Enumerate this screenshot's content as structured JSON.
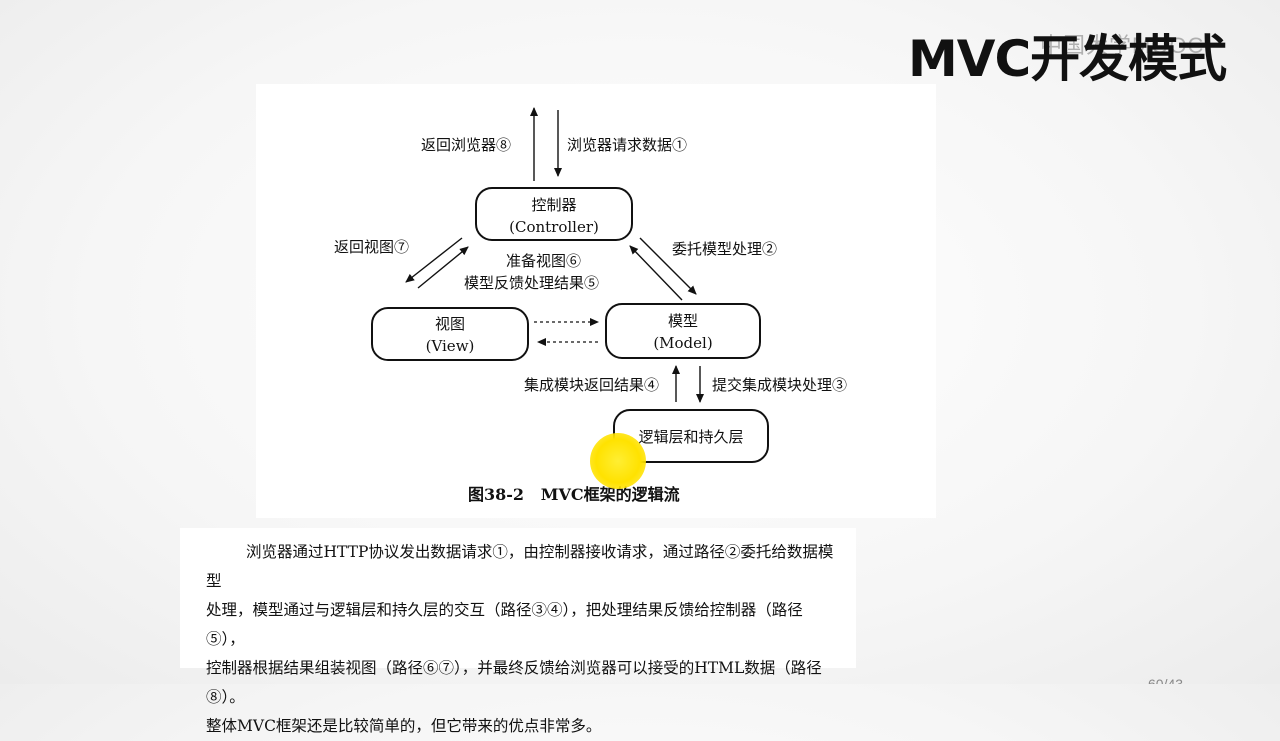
{
  "slide": {
    "title": "MVC开发模式",
    "watermark": "中国大学MOOC",
    "page_number": "60/43"
  },
  "diagram": {
    "nodes": {
      "controller": {
        "line1": "控制器",
        "line2": "(Controller)"
      },
      "view": {
        "line1": "视图",
        "line2": "(View)"
      },
      "model": {
        "line1": "模型",
        "line2": "(Model)"
      },
      "logic": {
        "line1": "逻辑层和持久层"
      }
    },
    "edges": {
      "browser_request": "浏览器请求数据①",
      "return_browser": "返回浏览器⑧",
      "delegate_model": "委托模型处理②",
      "submit_module": "提交集成模块处理③",
      "module_result": "集成模块返回结果④",
      "model_feedback": "模型反馈处理结果⑤",
      "prepare_view": "准备视图⑥",
      "return_view": "返回视图⑦"
    },
    "caption": "图38-2   MVC框架的逻辑流"
  },
  "paragraph": {
    "lines": [
      "浏览器通过HTTP协议发出数据请求①，由控制器接收请求，通过路径②委托给数据模型",
      "处理，模型通过与逻辑层和持久层的交互（路径③④），把处理结果反馈给控制器（路径⑤），",
      "控制器根据结果组装视图（路径⑥⑦），并最终反馈给浏览器可以接受的HTML数据（路径⑧）。",
      "整体MVC框架还是比较简单的，但它带来的优点非常多。"
    ]
  }
}
